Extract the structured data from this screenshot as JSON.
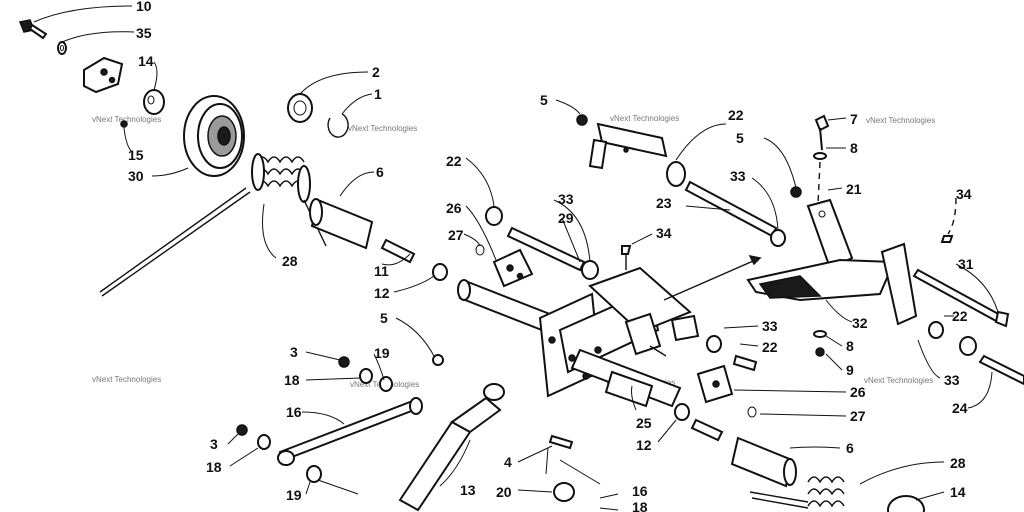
{
  "diagram": {
    "watermark_text": "vNext Technologies",
    "callouts": [
      {
        "id": "c-10a",
        "label": "10"
      },
      {
        "id": "c-35",
        "label": "35"
      },
      {
        "id": "c-14a",
        "label": "14"
      },
      {
        "id": "c-15",
        "label": "15"
      },
      {
        "id": "c-30",
        "label": "30"
      },
      {
        "id": "c-2",
        "label": "2"
      },
      {
        "id": "c-1",
        "label": "1"
      },
      {
        "id": "c-6a",
        "label": "6"
      },
      {
        "id": "c-28a",
        "label": "28"
      },
      {
        "id": "c-11",
        "label": "11"
      },
      {
        "id": "c-12a",
        "label": "12"
      },
      {
        "id": "c-5a",
        "label": "5"
      },
      {
        "id": "c-22a",
        "label": "22"
      },
      {
        "id": "c-5b",
        "label": "5"
      },
      {
        "id": "c-7",
        "label": "7"
      },
      {
        "id": "c-8a",
        "label": "8"
      },
      {
        "id": "c-33a",
        "label": "33"
      },
      {
        "id": "c-21",
        "label": "21"
      },
      {
        "id": "c-23",
        "label": "23"
      },
      {
        "id": "c-34a",
        "label": "34"
      },
      {
        "id": "c-22b",
        "label": "22"
      },
      {
        "id": "c-26a",
        "label": "26"
      },
      {
        "id": "c-33b",
        "label": "33"
      },
      {
        "id": "c-29",
        "label": "29"
      },
      {
        "id": "c-27a",
        "label": "27"
      },
      {
        "id": "c-34b",
        "label": "34"
      },
      {
        "id": "c-31",
        "label": "31"
      },
      {
        "id": "c-32",
        "label": "32"
      },
      {
        "id": "c-22c",
        "label": "22"
      },
      {
        "id": "c-33c",
        "label": "33"
      },
      {
        "id": "c-22d",
        "label": "22"
      },
      {
        "id": "c-8b",
        "label": "8"
      },
      {
        "id": "c-9",
        "label": "9"
      },
      {
        "id": "c-26b",
        "label": "26"
      },
      {
        "id": "c-27b",
        "label": "27"
      },
      {
        "id": "c-33d",
        "label": "33"
      },
      {
        "id": "c-24",
        "label": "24"
      },
      {
        "id": "c-5c",
        "label": "5"
      },
      {
        "id": "c-3a",
        "label": "3"
      },
      {
        "id": "c-19a",
        "label": "19"
      },
      {
        "id": "c-18a",
        "label": "18"
      },
      {
        "id": "c-16a",
        "label": "16"
      },
      {
        "id": "c-3b",
        "label": "3"
      },
      {
        "id": "c-18b",
        "label": "18"
      },
      {
        "id": "c-19b",
        "label": "19"
      },
      {
        "id": "c-13",
        "label": "13"
      },
      {
        "id": "c-4",
        "label": "4"
      },
      {
        "id": "c-20",
        "label": "20"
      },
      {
        "id": "c-16b",
        "label": "16"
      },
      {
        "id": "c-18c",
        "label": "18"
      },
      {
        "id": "c-25",
        "label": "25"
      },
      {
        "id": "c-12b",
        "label": "12"
      },
      {
        "id": "c-6b",
        "label": "6"
      },
      {
        "id": "c-28b",
        "label": "28"
      },
      {
        "id": "c-14b",
        "label": "14"
      }
    ]
  }
}
